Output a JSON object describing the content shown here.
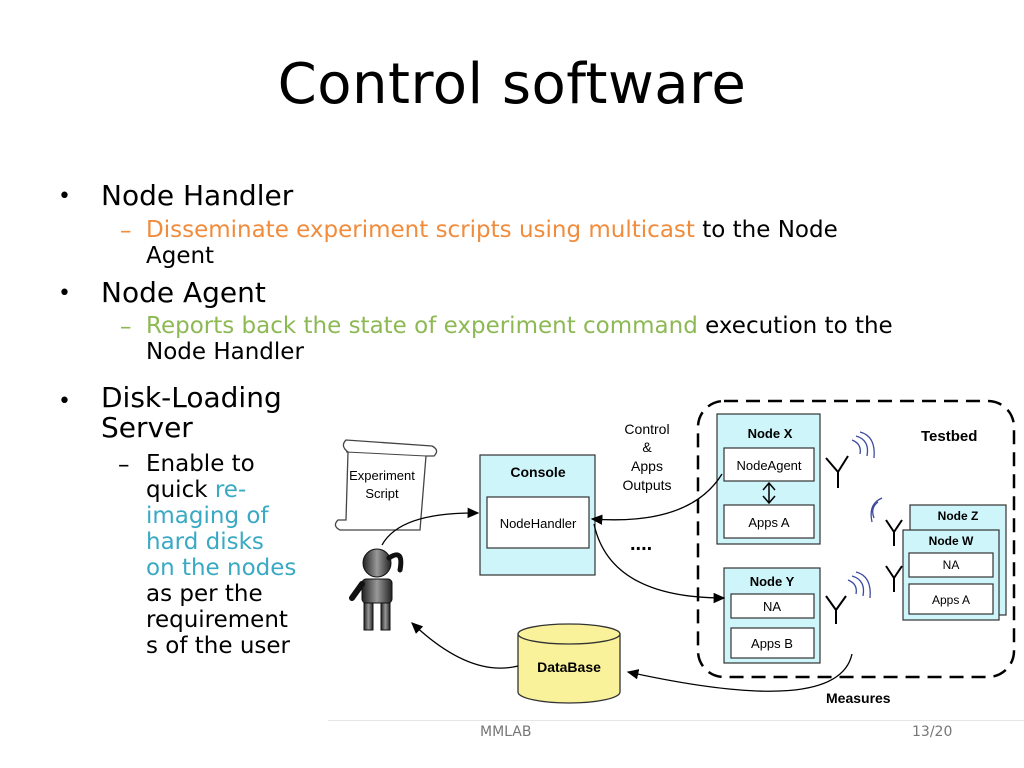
{
  "title": "Control software",
  "bullets": [
    {
      "heading": "Node Handler",
      "sub": {
        "colored": "Disseminate experiment scripts using multicast",
        "rest1": " to the Node",
        "rest2": "Agent"
      }
    },
    {
      "heading": "Node Agent",
      "sub": {
        "colored": "Reports back the state of experiment command",
        "rest1": " execution to the",
        "rest2": "Node Handler"
      }
    },
    {
      "heading_lines": [
        "Disk-Loading",
        "Server"
      ],
      "sub_lines": [
        {
          "pre": "Enable to",
          "col": ""
        },
        {
          "pre": "quick ",
          "col": "re-"
        },
        {
          "pre": "",
          "col": "imaging of"
        },
        {
          "pre": "",
          "col": "hard disks"
        },
        {
          "pre": "",
          "col": "on the nodes"
        },
        {
          "pre": "as per the",
          "col": ""
        },
        {
          "pre": "requirement",
          "col": ""
        },
        {
          "pre": "s of the user",
          "col": ""
        }
      ]
    }
  ],
  "diagram": {
    "script_label": [
      "Experiment",
      "Script"
    ],
    "console_label": "Console",
    "nodehandler_label": "NodeHandler",
    "control_label": [
      "Control",
      "&",
      "Apps",
      "Outputs"
    ],
    "ellipsis": "....",
    "database_label": "DataBase",
    "measures_label": "Measures",
    "testbed_label": "Testbed",
    "node_x": {
      "title": "Node X",
      "agent": "NodeAgent",
      "apps": "Apps A"
    },
    "node_y": {
      "title": "Node Y",
      "agent": "NA",
      "apps": "Apps B"
    },
    "node_z": {
      "title": "Node Z"
    },
    "node_w": {
      "title": "Node W",
      "agent": "NA",
      "apps": "Apps A"
    }
  },
  "footer": {
    "left": "MMLAB",
    "right": "13/20"
  },
  "colors": {
    "orange": "#F08C3C",
    "green": "#8DB955",
    "cyan": "#3AA9C4",
    "box_fill": "#CDF5FA"
  }
}
